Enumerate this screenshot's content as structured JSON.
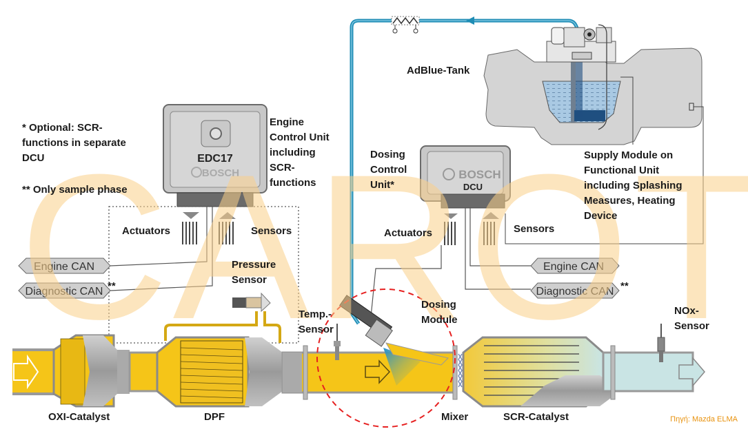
{
  "title": "SCR exhaust aftertreatment system layout",
  "watermark": "CAROTO.GR",
  "source": "Πηγή: Mazda ELMA",
  "notes": {
    "optional_line1": "* Optional: SCR-",
    "optional_line2": "functions in separate",
    "optional_line3": "DCU",
    "sample": "** Only sample phase"
  },
  "ecu": {
    "model": "EDC17",
    "brand": "BOSCH",
    "desc": [
      "Engine",
      "Control Unit",
      "including",
      "SCR-",
      "functions"
    ],
    "actuators": "Actuators",
    "sensors": "Sensors"
  },
  "dcu": {
    "brand": "BOSCH",
    "model": "DCU",
    "desc": [
      "Dosing",
      "Control",
      "Unit*"
    ],
    "actuators": "Actuators",
    "sensors": "Sensors"
  },
  "can_left": {
    "engine": "Engine CAN",
    "diagnostic": "Diagnostic CAN",
    "diag_mark": "**"
  },
  "can_right": {
    "engine": "Engine CAN",
    "diagnostic": "Diagnostic CAN",
    "diag_mark": "**"
  },
  "tank": {
    "label": "AdBlue-Tank",
    "supply_desc": [
      "Supply Module on",
      "Functional Unit",
      "including Splashing",
      "Measures, Heating",
      "Device"
    ]
  },
  "sensors": {
    "pressure": [
      "Pressure",
      "Sensor"
    ],
    "temp": [
      "Temp.-",
      "Sensor"
    ],
    "dosing": [
      "Dosing",
      "Module"
    ],
    "nox": [
      "NOx-",
      "Sensor"
    ]
  },
  "components": {
    "oxi": "OXI-Catalyst",
    "dpf": "DPF",
    "mixer": "Mixer",
    "scr": "SCR-Catalyst"
  },
  "colors": {
    "exhaust": "#f5c518",
    "adblue_line": "#1f8db5",
    "tank_fill": "#a9c9e3",
    "housing": "#a8a8a8",
    "clean_gas": "#c9e4e4",
    "red_circle": "#e62020",
    "watermark": "#fbd08a"
  }
}
